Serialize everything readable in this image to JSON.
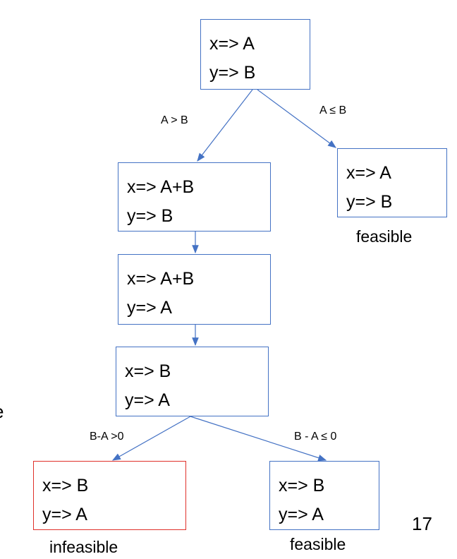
{
  "nodes": [
    {
      "x": "x=> A",
      "y": "y=> B"
    },
    {
      "x": "x=> A",
      "y": "y=> B",
      "caption": "feasible"
    },
    {
      "x": "x=> A+B",
      "y": "y=> B"
    },
    {
      "x": "x=> A+B",
      "y": "y=> A"
    },
    {
      "x": "x=> B",
      "y": "y=> A"
    },
    {
      "x": "x=> B",
      "y": "y=> A",
      "caption": "infeasible"
    },
    {
      "x": "x=> B",
      "y": "y=> A",
      "caption": "feasible"
    }
  ],
  "edges": {
    "a_gt_b": "A > B",
    "a_le_b": "A ≤ B",
    "bma_gt0": "B-A >0",
    "bma_le0": "B - A ≤ 0"
  },
  "page_number": "17",
  "edge_fragment": "e",
  "colors": {
    "edge": "#4472c4",
    "infeasible": "#e0302a"
  }
}
